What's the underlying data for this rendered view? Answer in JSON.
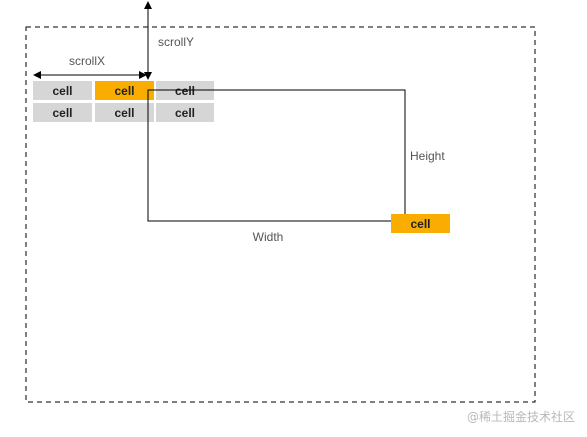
{
  "labels": {
    "scroll_x": "scrollX",
    "scroll_y": "scrollY",
    "height": "Height",
    "width": "Width"
  },
  "grid": {
    "rows": [
      [
        "cell",
        "cell",
        "cell"
      ],
      [
        "cell",
        "cell",
        "cell"
      ]
    ],
    "highlighted_cell": {
      "row": 0,
      "col": 1
    }
  },
  "target_cell": {
    "label": "cell"
  },
  "watermark": "@稀土掘金技术社区",
  "colors": {
    "cell_default": "#d6d6d6",
    "cell_highlight": "#f8ad00",
    "line": "#000000",
    "label_text": "#555555",
    "watermark": "#b8b8b8"
  }
}
